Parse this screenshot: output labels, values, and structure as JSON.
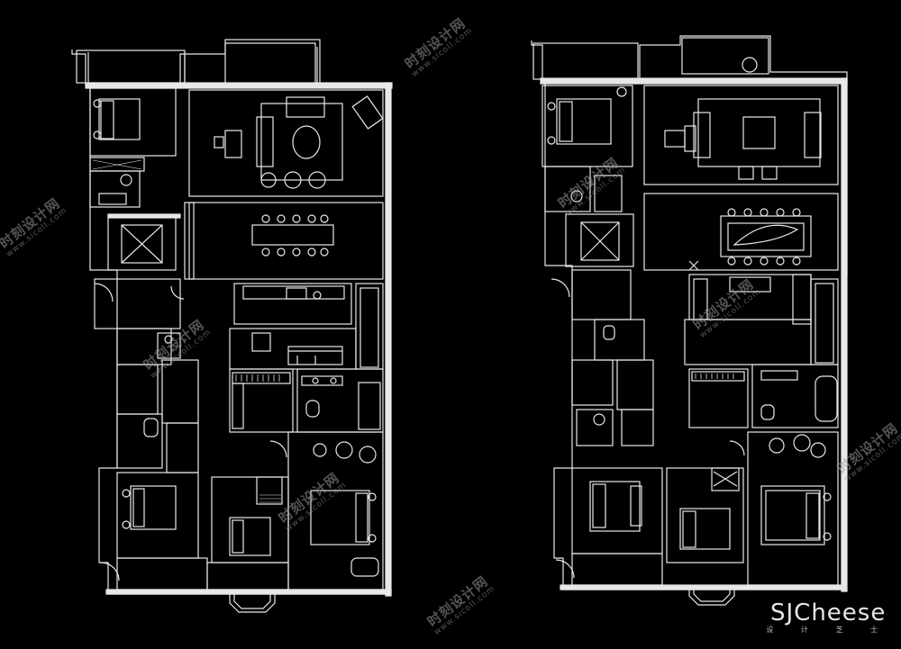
{
  "watermark": {
    "name": "时刻设计网",
    "url": "www.sicoll.com"
  },
  "brand": {
    "name": "SJCheese",
    "sub": "设 计 芝 士"
  }
}
